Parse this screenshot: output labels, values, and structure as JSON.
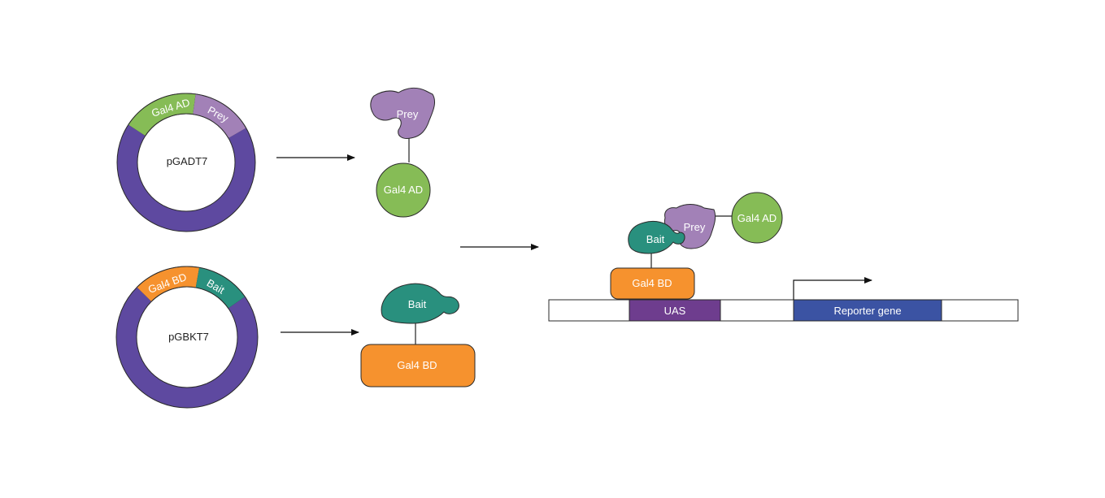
{
  "colors": {
    "plasmid": "#5E49A0",
    "gal4_ad": "#86BC56",
    "prey": "#A281B7",
    "gal4_bd": "#F6922E",
    "bait": "#29907E",
    "uas": "#6E3D8E",
    "reporter": "#3B53A3",
    "outline": "#2A2A2A"
  },
  "plasmids": {
    "pgadt7": {
      "name": "pGADT7",
      "segment_1": "Gal4 AD",
      "segment_2": "Prey"
    },
    "pgbkt7": {
      "name": "pGBKT7",
      "segment_1": "Gal4 BD",
      "segment_2": "Bait"
    }
  },
  "proteins": {
    "prey_label": "Prey",
    "gal4_ad_label": "Gal4 AD",
    "bait_label": "Bait",
    "gal4_bd_label": "Gal4 BD"
  },
  "complex": {
    "bait_label": "Bait",
    "prey_label": "Prey",
    "gal4_ad_label": "Gal4 AD",
    "gal4_bd_label": "Gal4 BD"
  },
  "dna": {
    "uas_label": "UAS",
    "reporter_label": "Reporter gene"
  }
}
